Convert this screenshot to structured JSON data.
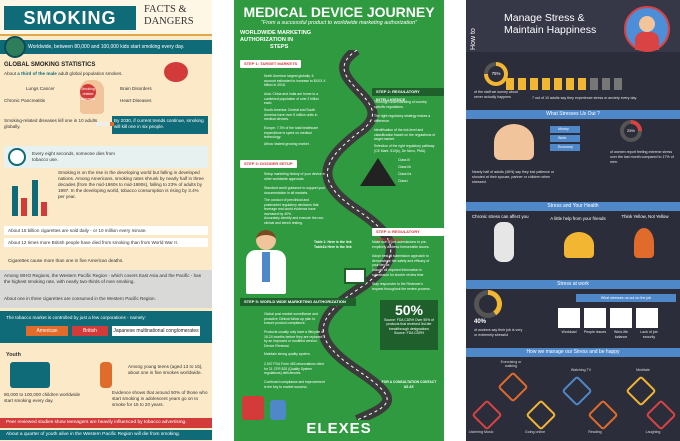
{
  "smoking": {
    "title": "SMOKING",
    "subtitle_line1": "FACTS &",
    "subtitle_line2": "DANGERS",
    "banner": "Worldwide, between 80,000 and 100,000 kids start smoking every day.",
    "stats_heading": "GLOBAL SMOKING STATISTICS",
    "third_pre": "About",
    "third_hl": "a third of the male",
    "third_post": "adult global population smokes.",
    "diseases": [
      "Lungs Cancer",
      "Brain Disorders",
      "Chronic Pancreatitis",
      "Heart Diseases"
    ],
    "badge": "Smoking related diseases",
    "deaths_text": "Smoking-related diseases kill one in 10 adults globally.",
    "projection": "By 2030, if current trends continue, smoking will kill one in six people.",
    "every_eight": "Every eight seconds, someone dies from tobacco use.",
    "rise_text": "Smoking is on the rise in the developing world but falling in developed nations. Among Americans, smoking rates shrunk by nearly half in three decades (from the mid-1960s to mid-1990s), falling to 23% of adults by 1997. In the developing world, tobacco consumption is rising by 3.4% per year.",
    "cigs_text": "About 15 billion cigarettes are sold daily - or 10 million every minute.",
    "uk_text": "About 12 times more British people have died from smoking than from World War II.",
    "cancer_text": "Cigarettes cause more than one in five American deaths.",
    "who_text": "Among WHO Regions, the Western Pacific Region - which covers East Asia and the Pacific - has the highest smoking rate, with nearly two-thirds of men smoking.",
    "third_cig": "About one in three cigarettes are consumed in the Western Pacific Region.",
    "market_text": "The tobacco market is controlled by just a few corporations - namely:",
    "corps": [
      "American",
      "British",
      "Japanese multinational conglomerates"
    ],
    "youth_heading": "Youth",
    "youth_count": "80,000 to 100,000 children worldwide start smoking every day.",
    "youth_age": "Among young teens (aged 13 to 15), about one in five smokes worldwide.",
    "youth_evidence": "Evidence shows that around 50% of those who start smoking in adolescent years go on to smoke for 15 to 20 years.",
    "peer_text": "Peer reviewed studies show teenagers are heavily influenced by tobacco advertising.",
    "quarter_text": "About a quarter of youth alive in the Western Pacific Region will die from smoking.",
    "colors": {
      "teal": "#0f6b78",
      "cream": "#fbe9c8",
      "red": "#d33b3b",
      "orange": "#e06b2b"
    }
  },
  "medical": {
    "title": "MEDICAL DEVICE JOURNEY",
    "subtitle": "\"From a successful product to worldwide marketing authorization\"",
    "heading_line1": "WORLDWIDE MARKETING",
    "heading_line2": "AUTHORIZATION IN",
    "heading_line3": "STEPS",
    "steps": [
      "STEP 1: TARGET MARKETS",
      "STEP 2: REGULATORY INTELLIGENCE",
      "STEP 3: DOSSIER SETUP",
      "STEP 4: REGULATORY APPLICATION",
      "STEP 5: WORLD WIDE MARKETING AUTHORIZATION"
    ],
    "left_notes": [
      "North America: largest globally. 6 account estimated to increase to $XXX.X billion in 2018.",
      "Asia: China and India are home to a combined population of over 2 billion each.",
      "South America: Central and South America have over 8 million units in medical devices.",
      "Europe: 7.3% of the total healthcare expenditure is spent on medical technology.",
      "Africa: fastest growing market."
    ],
    "right_notes": [
      "Thorough understanding of country specific regulations.",
      "The right regulatory strategy makes a difference.",
      "Identification of the risk level and classification based on the regulations of target market.",
      "Selection of the right regulatory pathway (CE Mark, 510(k), De Novo, PMA)."
    ],
    "classes": [
      "Class III",
      "Class IIb",
      "Class IIa",
      "Class I"
    ],
    "mid_notes": [
      "Setup marketing history of your device in other worldwide approvals.",
      "Standard world guidance to support your documentation in all markets.",
      "The conduct of preclinical and postmarket regulatory decisions that leverage real-world evidence have increased by 40%.",
      "Accurately identify and execute the non-clinical and bench testing."
    ],
    "table_note": "Table 1: Here is the link Table1b Here is the link",
    "app_notes": [
      "Make use of pre-submissions to pre-emptively address foreseeable issues.",
      "Adopt best-fit submission approach to demonstrate the safety and efficacy of your device.",
      "Include all required information in submission for shorter review time.",
      "Stay responsive to the Reviewer's request throughout the review process."
    ],
    "final_notes": [
      "Global post market surveillance and proactive Clinical follow up plan to ensure product compliance.",
      "Products usually only have a lifecycle of 18-24 months before they are replaced by an improved or modified version. Device Renewal.",
      "Maintain strong quality system.",
      "2,537 FDA Form 483 observations cited for 21 CFR 820 (Quality System regulations) deficiencies.",
      "Continued compliance and improvement is the key to market success."
    ],
    "badge_percent": "50%",
    "badge_text": "Source: FDA CDRH Over 50% of products that received 3rd-tier breakthrough designations Source: FDA CDRH",
    "consult": "FOR A CONSULTATION CONTACT US AT:",
    "logo": "ELEXES",
    "colors": {
      "green": "#2f9a3f",
      "darkgreen": "#1f5f2b",
      "road": "#3b3b3b",
      "red": "#d33b3b"
    }
  },
  "stress": {
    "side_label": "How to",
    "title_line1": "Manage Stress &",
    "title_line2": "Maintain Happiness",
    "donut1": "75%",
    "donut1_text": "of the staff we survey about never actually happens",
    "survey_text": "7 out of 10 adults say they experience stress or anxiety every day.",
    "section1": "What Stresses Us Out ?",
    "legend": [
      "Money",
      "Work",
      "Economy"
    ],
    "donut2": "25%",
    "donut2_text": "of women report feeling extreme stress over the last month compared to 17% of men.",
    "half_text": "Nearly half of adults (46%) say they lost patience or shouted at their spouse, partner or children when stressed.",
    "section2": "Stress and Your Health",
    "health_left": "Chronic stress can affect you",
    "health_mid": "A little help from your friends",
    "health_right": "Think Yellow, Not Yellow",
    "section3": "Stress at work",
    "work_header": "What stresses us out on the job",
    "donut3": "40%",
    "donut3_text": "of workers say their job is very or extremely stressful",
    "work_items": [
      "Workload",
      "People issues",
      "Work-life balance",
      "Lack of job security"
    ],
    "section4": "How we manage our Stress and be happy",
    "manage_items": [
      "Exercising or walking",
      "Listening Music",
      "Going online",
      "Watching TV",
      "Reading",
      "Meditate",
      "Laughing"
    ],
    "colors": {
      "bg": "#2c2d3a",
      "blue": "#4f88c9",
      "orange": "#e06b2b",
      "yellow": "#f2b632",
      "red": "#d94343"
    }
  }
}
